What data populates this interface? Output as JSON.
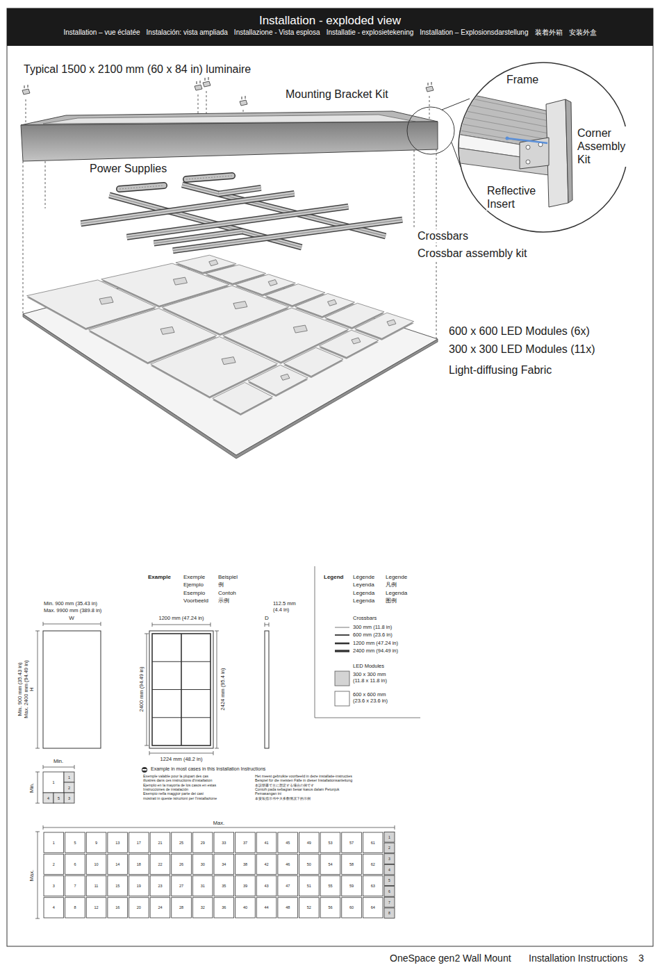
{
  "diagram": {
    "title": "Installation - exploded view",
    "labels": [
      "Installation – vue éclatée",
      "Instalación: vista ampliada",
      "Installazione - Vista esplosa",
      "Installatie - explosietekening",
      "Installation – Explosionsdarstellung",
      "装着外箱",
      "安装外盒",
      "Typical 1500 x 2100 mm (60 x 84 in) luminaire",
      "Mounting Bracket Kit",
      "Frame",
      "Corner Assembly Kit",
      "Reflective Insert",
      "Power Supplies",
      "Crossbars",
      "Crossbar assembly kit",
      "600 x 600 LED Modules (6x)",
      "300 x 300 LED Modules (11x)",
      "Light-diffusing Fabric",
      "Example",
      "Exemple",
      "Beispiel",
      "Ejemplo",
      "例",
      "Esempio",
      "Contoh",
      "Voorbeeld",
      "示例",
      "Legend",
      "Légende",
      "Legende",
      "Leyenda",
      "凡例",
      "Legenda",
      "Legenda",
      "Legenda",
      "图例",
      "Min. 900 mm (35.43 in)",
      "Max. 9900 mm (389.8 in)",
      "W",
      "Min. 900 mm (35.43 in)",
      "Max. 2400 mm (94.49 in)",
      "H",
      "1200 mm (47.24 in)",
      "2400 mm (94.49 in)",
      "2424 mm (95.4 in)",
      "1224 mm (48.2 in)",
      "112.5 mm (4.4 in)",
      "D",
      "Min.",
      "Min.",
      "1",
      "1",
      "2",
      "3",
      "4",
      "5",
      "Example in most cases in this Installation Instructions",
      "Exemple valable pour la plupart des cas",
      "illustrés dans ces instructions d'installation",
      "Ejemplo en la mayoría de los casos en estas",
      "Instrucciones de instalación",
      "Esempio nella maggior parte dei casi",
      "mostrati in queste istruzioni per l'installazione",
      "Het meest gebruikte voorbeeld in deze installatie-instructies",
      "Beispiel für die meisten Fälle in dieser Installationsanleitung",
      "本説明書で主に想定する場合の例です",
      "Contoh pada sebagian besar kasus dalam Petunjuk",
      "Pemasangan ini",
      "本安装指示书中大多数情况下的示例",
      "Crossbars",
      "LED Modules",
      "Max.",
      "Max.",
      "1",
      "5",
      "9",
      "13",
      "17",
      "21",
      "25",
      "29",
      "33",
      "37",
      "41",
      "45",
      "49",
      "53",
      "57",
      "61",
      "2",
      "6",
      "10",
      "14",
      "18",
      "22",
      "26",
      "30",
      "34",
      "38",
      "42",
      "46",
      "50",
      "54",
      "58",
      "62",
      "3",
      "7",
      "11",
      "15",
      "19",
      "23",
      "27",
      "31",
      "35",
      "39",
      "43",
      "47",
      "51",
      "55",
      "59",
      "63",
      "4",
      "8",
      "12",
      "16",
      "20",
      "24",
      "28",
      "32",
      "36",
      "40",
      "44",
      "48",
      "52",
      "56",
      "60",
      "64",
      "1",
      "2",
      "3",
      "4",
      "5",
      "6",
      "7",
      "8",
      "OneSpace gen2 Wall Mount",
      "Installation Instructions",
      "3"
    ],
    "legend": [
      {
        "text": "300 mm (11.8 in)"
      },
      {
        "text": "600 mm (23.6 in)"
      },
      {
        "text": "1200 mm (47.24 in)"
      },
      {
        "text": "2400 mm (94.49 in)"
      },
      {
        "text": "300 x 300 mm (11.8 x 11.8 in)",
        "color": "#d4d4d4"
      },
      {
        "text": "600 x 600 mm (23.6 x 23.6 in)",
        "color": "#ffffff"
      }
    ]
  }
}
